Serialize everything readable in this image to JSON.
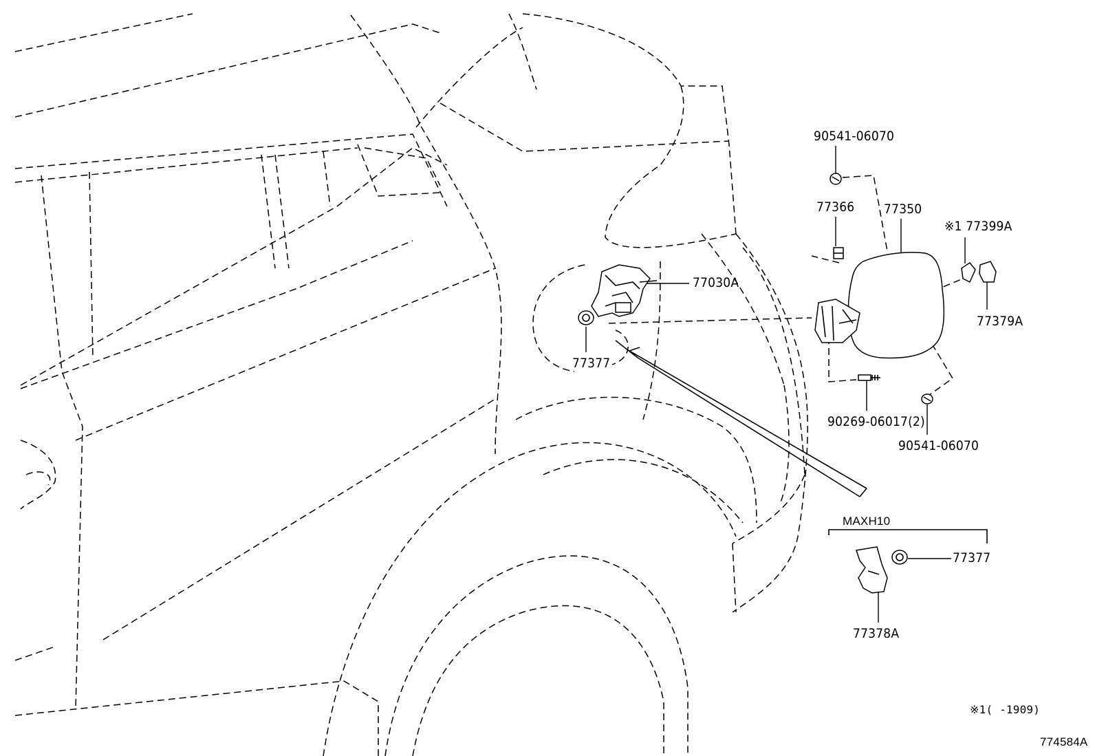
{
  "labels": {
    "p90541_top": "90541-06070",
    "p77366": "77366",
    "p77350": "77350",
    "p77399A": "※1 77399A",
    "p77030A": "77030A",
    "p77377_left": "77377",
    "p77379A": "77379A",
    "p90269": "90269-06017(2)",
    "p90541_bottom": "90541-06070",
    "group_maxh10": "MAXH10",
    "p77377_right": "77377",
    "p77378A": "77378A",
    "footnote": "※1(      -1909)",
    "diagram_id": "774584A"
  }
}
